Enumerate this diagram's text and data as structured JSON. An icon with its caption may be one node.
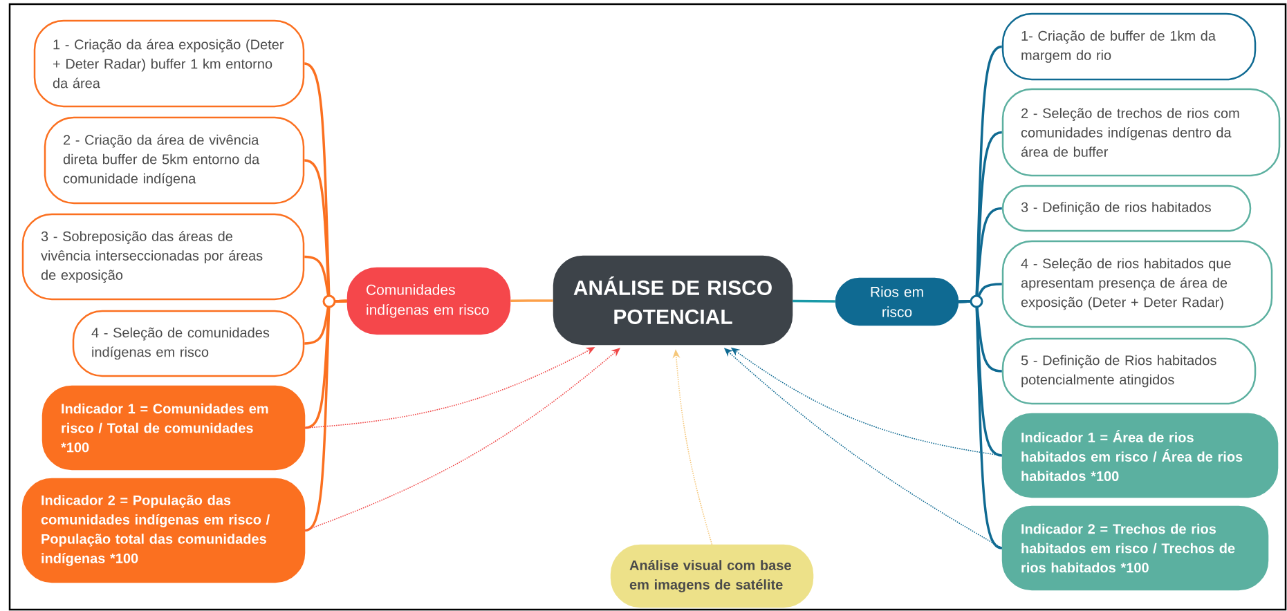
{
  "diagram": {
    "nodes": [
      {
        "text": [
          "ANÁLISE DE RISCO POTENCIAL"
        ]
      },
      {
        "text": [
          "Comunidades indígenas em risco"
        ]
      },
      {
        "text": [
          "1 - Criação da área exposição (Deter + Deter Radar) buffer 1 km entorno da área"
        ]
      },
      {
        "text": [
          "2 - Criação da área de vivência direta buffer de 5km entorno da comunidade indígena"
        ]
      },
      {
        "text": [
          "3 - Sobreposição das áreas de vivência interseccionadas por áreas de exposição"
        ]
      },
      {
        "text": [
          "4 - Seleção de comunidades indígenas em risco"
        ]
      },
      {
        "text": [
          "Indicador 1 = Comunidades em risco / Total de comunidades *100"
        ]
      },
      {
        "text": [
          "Indicador 2 = População das comunidades indígenas em risco / População total das comunidades indígenas *100"
        ]
      },
      {
        "text": [
          "Rios em risco"
        ]
      },
      {
        "text": [
          "1- Criação de buffer de 1km da margem do rio"
        ]
      },
      {
        "text": [
          "2 - Seleção de trechos de rios com comunidades indígenas dentro da área de buffer"
        ]
      },
      {
        "text": [
          "3 - Definição de rios habitados"
        ]
      },
      {
        "text": [
          "4 - Seleção de rios habitados que apresentam presença de área de exposição (Deter + Deter Radar)"
        ]
      },
      {
        "text": [
          "5 - Definição de Rios habitados potencialmente atingidos"
        ]
      },
      {
        "text": [
          "Indicador 1 = Área de rios habitados em risco / Área de rios habitados *100"
        ]
      },
      {
        "text": [
          "Indicador 2  = Trechos de rios habitados em risco / Trechos de rios habitados *100"
        ]
      },
      {
        "text": [
          "Análise visual com base em imagens de satélite"
        ]
      }
    ],
    "edges": [
      {
        "from": 0,
        "to": 1,
        "arrow": "none",
        "color": "#fca04a"
      },
      {
        "from": 1,
        "to": 2,
        "arrow": "none",
        "color": "#fb7020"
      },
      {
        "from": 1,
        "to": 3,
        "arrow": "none",
        "color": "#fb7020"
      },
      {
        "from": 1,
        "to": 4,
        "arrow": "none",
        "color": "#fb7020"
      },
      {
        "from": 1,
        "to": 5,
        "arrow": "none",
        "color": "#fb7020"
      },
      {
        "from": 1,
        "to": 6,
        "arrow": "none",
        "color": "#fb7020"
      },
      {
        "from": 1,
        "to": 7,
        "arrow": "none",
        "color": "#fb7020"
      },
      {
        "from": 0,
        "to": 8,
        "arrow": "none",
        "color": "#1a9aa8"
      },
      {
        "from": 8,
        "to": 9,
        "arrow": "none"
      },
      {
        "from": 8,
        "to": 10,
        "arrow": "none"
      },
      {
        "from": 8,
        "to": 11,
        "arrow": "none"
      },
      {
        "from": 8,
        "to": 12,
        "arrow": "none"
      },
      {
        "from": 8,
        "to": 13,
        "arrow": "none"
      },
      {
        "from": 8,
        "to": 14,
        "arrow": "none"
      },
      {
        "from": 8,
        "to": 15,
        "arrow": "none"
      },
      {
        "from": 6,
        "to": 0,
        "arrow": "to",
        "style": "dashed",
        "color": "#f04848"
      },
      {
        "from": 7,
        "to": 0,
        "arrow": "to",
        "style": "dashed",
        "color": "#f04848"
      },
      {
        "from": 14,
        "to": 0,
        "arrow": "to",
        "style": "dashed"
      },
      {
        "from": 15,
        "to": 0,
        "arrow": "to",
        "style": "dashed"
      },
      {
        "from": 16,
        "to": 0,
        "arrow": "to",
        "style": "dashed",
        "color": "#f5c77a"
      }
    ]
  }
}
